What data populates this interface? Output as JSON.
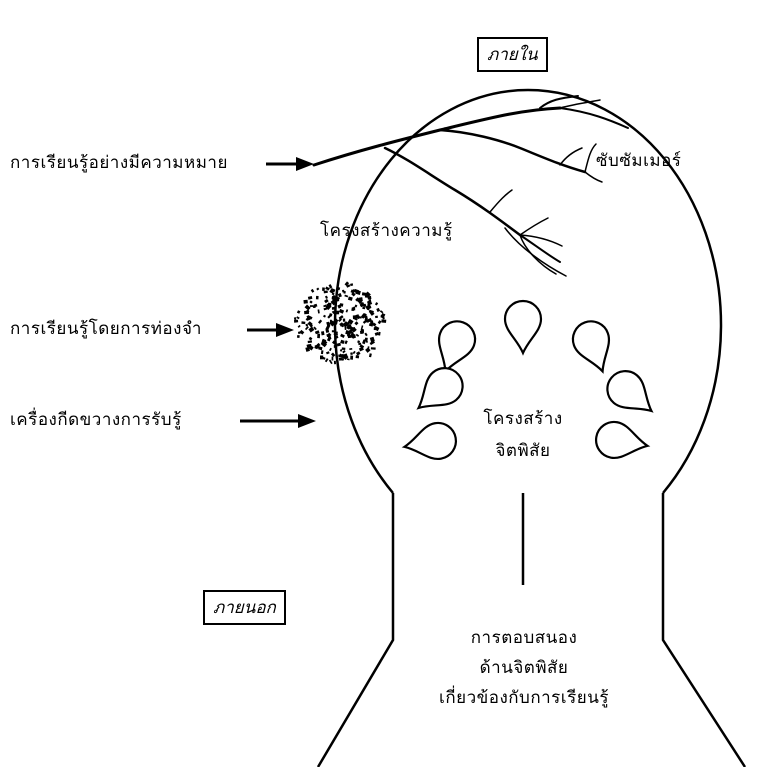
{
  "labels": {
    "inside": "ภายใน",
    "outside": "ภายนอก",
    "meaningful_learning": "การเรียนรู้อย่างมีความหมาย",
    "rote_learning": "การเรียนรู้โดยการท่องจำ",
    "perceptual_barrier": "เครื่องกีดขวางการรับรู้",
    "subsumer": "ซับซัมเมอร์",
    "cognitive_structure": "โครงสร้างความรู้",
    "affective_structure_line1": "โครงสร้าง",
    "affective_structure_line2": "จิตพิสัย",
    "response_line1": "การตอบสนอง",
    "response_line2": "ด้านจิตพิสัย",
    "response_line3": "เกี่ยวข้องกับการเรียนรู้"
  }
}
